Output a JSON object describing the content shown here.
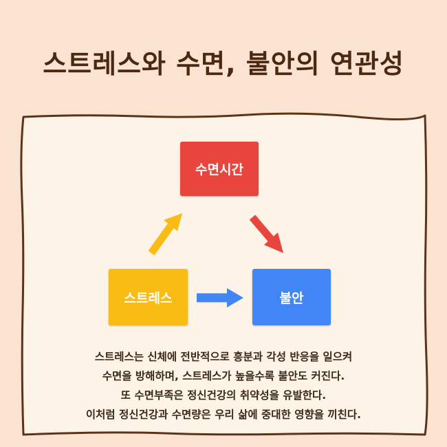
{
  "title": "스트레스와 수면, 불안의 연관성",
  "nodes": {
    "sleep": "수면시간",
    "stress": "스트레스",
    "anxiety": "불안"
  },
  "colors": {
    "sleep": "#e8453c",
    "stress": "#f9bc15",
    "anxiety": "#4285f4",
    "background": "#fbe3d2",
    "paper": "#fdf3e7",
    "title": "#4a2812"
  },
  "description": [
    "스트레스는 신체에 전반적으로 흥분과 각성 반응을 일으켜",
    "수면을  방해하며, 스트레스가 높을수록 불안도 커진다.",
    "또 수면부족은 정신건강의 취약성을 유발한다.",
    "이처럼 정신건강과 수면량은 우리 삶에 중대한 영향을 끼친다."
  ]
}
